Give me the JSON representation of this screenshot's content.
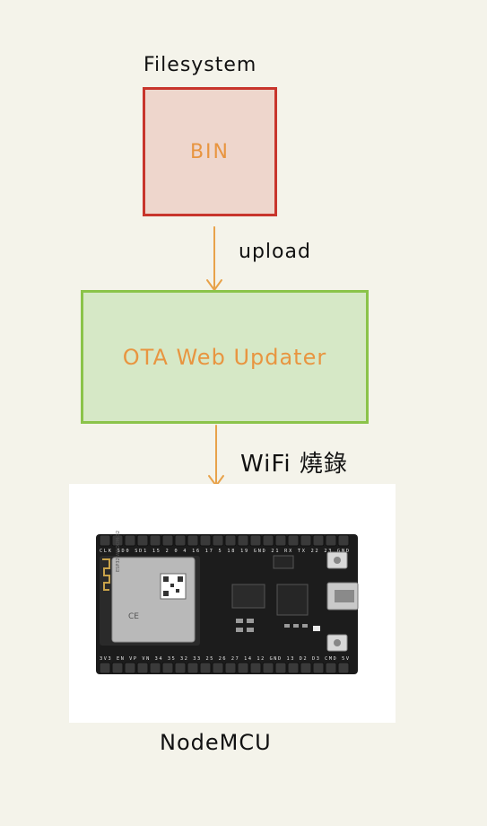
{
  "diagram": {
    "filesystem_label": "Filesystem",
    "bin_label": "BIN",
    "upload_label": "upload",
    "ota_label": "OTA Web Updater",
    "wifi_label": "WiFi 燒錄",
    "nodemcu_label": "NodeMCU",
    "board": {
      "description_icon": "esp32-devkit-board",
      "top_pins": "CLK SD0 SD1 15 2 0 4 16 17 5 18 19 GND 21 RX TX 22 23 GND",
      "bottom_pins": "3V3 EN VP VN 34 35 32 33 25 26 27 14 12 GND 13 D2 D3 CMD 5V",
      "module_text": "ESP32-WROOM-32"
    },
    "colors": {
      "background": "#f4f3ea",
      "bin_fill": "#eed6cc",
      "bin_border": "#c8352c",
      "ota_fill": "#d6e8c6",
      "ota_border": "#8bc34a",
      "box_text": "#e89540",
      "arrow": "#e8a24a"
    }
  }
}
